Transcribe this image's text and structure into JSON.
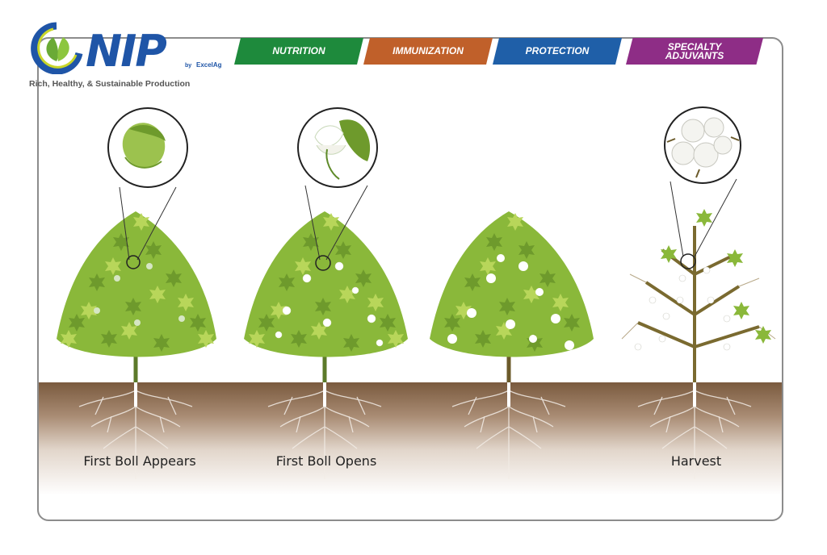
{
  "brand": {
    "name": "NIP",
    "by": "by",
    "partner": "ExcelAg",
    "tagline": "Rich, Healthy, & Sustainable Production"
  },
  "tabs": [
    {
      "label": "NUTRITION",
      "color": "#1e8a3c"
    },
    {
      "label": "IMMUNIZATION",
      "color": "#c0602a"
    },
    {
      "label": "PROTECTION",
      "color": "#1f5fa8"
    },
    {
      "label": "SPECIALTY ADJUVANTS",
      "color": "#8e2d86"
    }
  ],
  "stages": {
    "first_boll_appears": "First Boll Appears",
    "first_boll_opens": "First Boll Opens",
    "harvest": "Harvest"
  },
  "colors": {
    "leaf_light": "#9cc23c",
    "leaf_dark": "#5e8a28",
    "stem": "#5c7a2a",
    "soil": "#7a5a3e",
    "frame": "#8c8c8c"
  }
}
